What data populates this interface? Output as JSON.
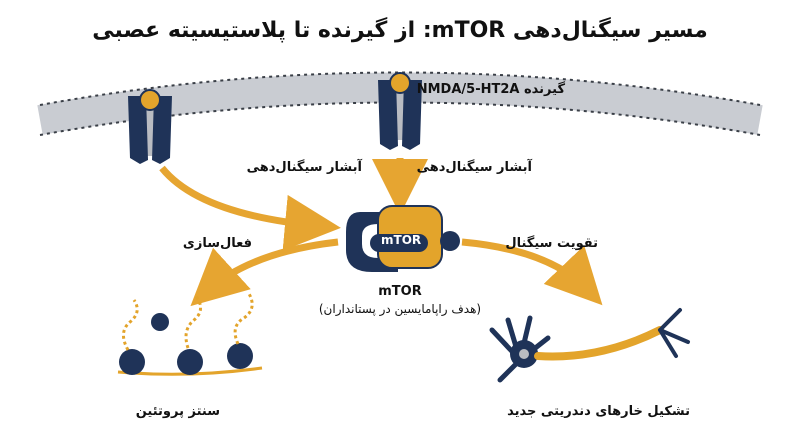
{
  "title": "مسیر سیگنال‌دهی mTOR: از گیرنده تا پلاستیسیته عصبی",
  "receptor_label": "گیرنده NMDA/5-HT2A",
  "cascade_left": "آبشار سیگنال‌دهی",
  "cascade_right": "آبشار سیگنال‌دهی",
  "activation": "فعال‌سازی",
  "signal_boost": "تقویت سیگنال",
  "mtor_center": "mTOR",
  "mtor_name": "mTOR",
  "mtor_desc": "(هدف راپامایسین در پستانداران)",
  "protein_synthesis": "سنتز پروتئین",
  "spine_formation": "تشکیل خارهای دندریتی جدید",
  "colors": {
    "navy": "#1f3358",
    "gold": "#e3a42b",
    "gray": "#b9bcc2",
    "arrow": "#e6a531"
  }
}
